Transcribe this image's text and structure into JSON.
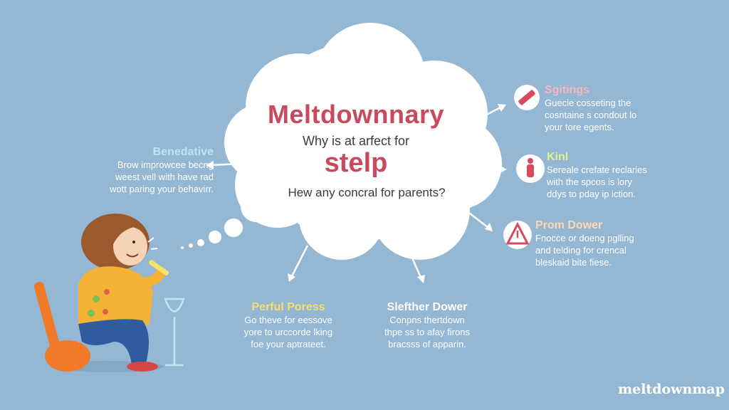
{
  "cloud": {
    "title": "Meltdownnary",
    "subtitle": "Why is at arfect for",
    "main_word": "stelp",
    "question": "Hew any concral for parents?"
  },
  "left_block": {
    "title": "Benedative",
    "lines": [
      "Brow improwcee becng",
      "weest vell with have rad",
      "wott paring your behavirr."
    ]
  },
  "right_blocks": [
    {
      "title": "Sgitings",
      "lines": [
        "Guecie cosseting the",
        "cosntaine s condout lo",
        "your tore egents."
      ],
      "icon": "pencil-icon"
    },
    {
      "title": "Kinl",
      "lines": [
        "Sereale crefate reclaries",
        "with the spcos is lory",
        "ddys to pday ip iction."
      ],
      "icon": "person-icon"
    },
    {
      "title": "Prom Dower",
      "lines": [
        "Fnocce or doeng pglling",
        "and telding for crencal",
        "bleskaid bite fiese."
      ],
      "icon": "warning-icon"
    }
  ],
  "bottom_blocks": [
    {
      "title": "Perful Poress",
      "lines": [
        "Go theve for eessove",
        "yore to urccorde lking",
        "foe your aptrateet."
      ]
    },
    {
      "title": "Slefther Dower",
      "lines": [
        "Conpns thertdown",
        "thpe ss to afay firons",
        "bracsss of apparin."
      ]
    }
  ],
  "brand": "meltdownmap",
  "colors": {
    "background": "#94b7d3",
    "cloud": "#ffffff",
    "accent_red": "#c94a5e",
    "girl_shirt": "#f5b335",
    "girl_pants": "#2f5c9e",
    "guitar": "#f07a2a"
  }
}
